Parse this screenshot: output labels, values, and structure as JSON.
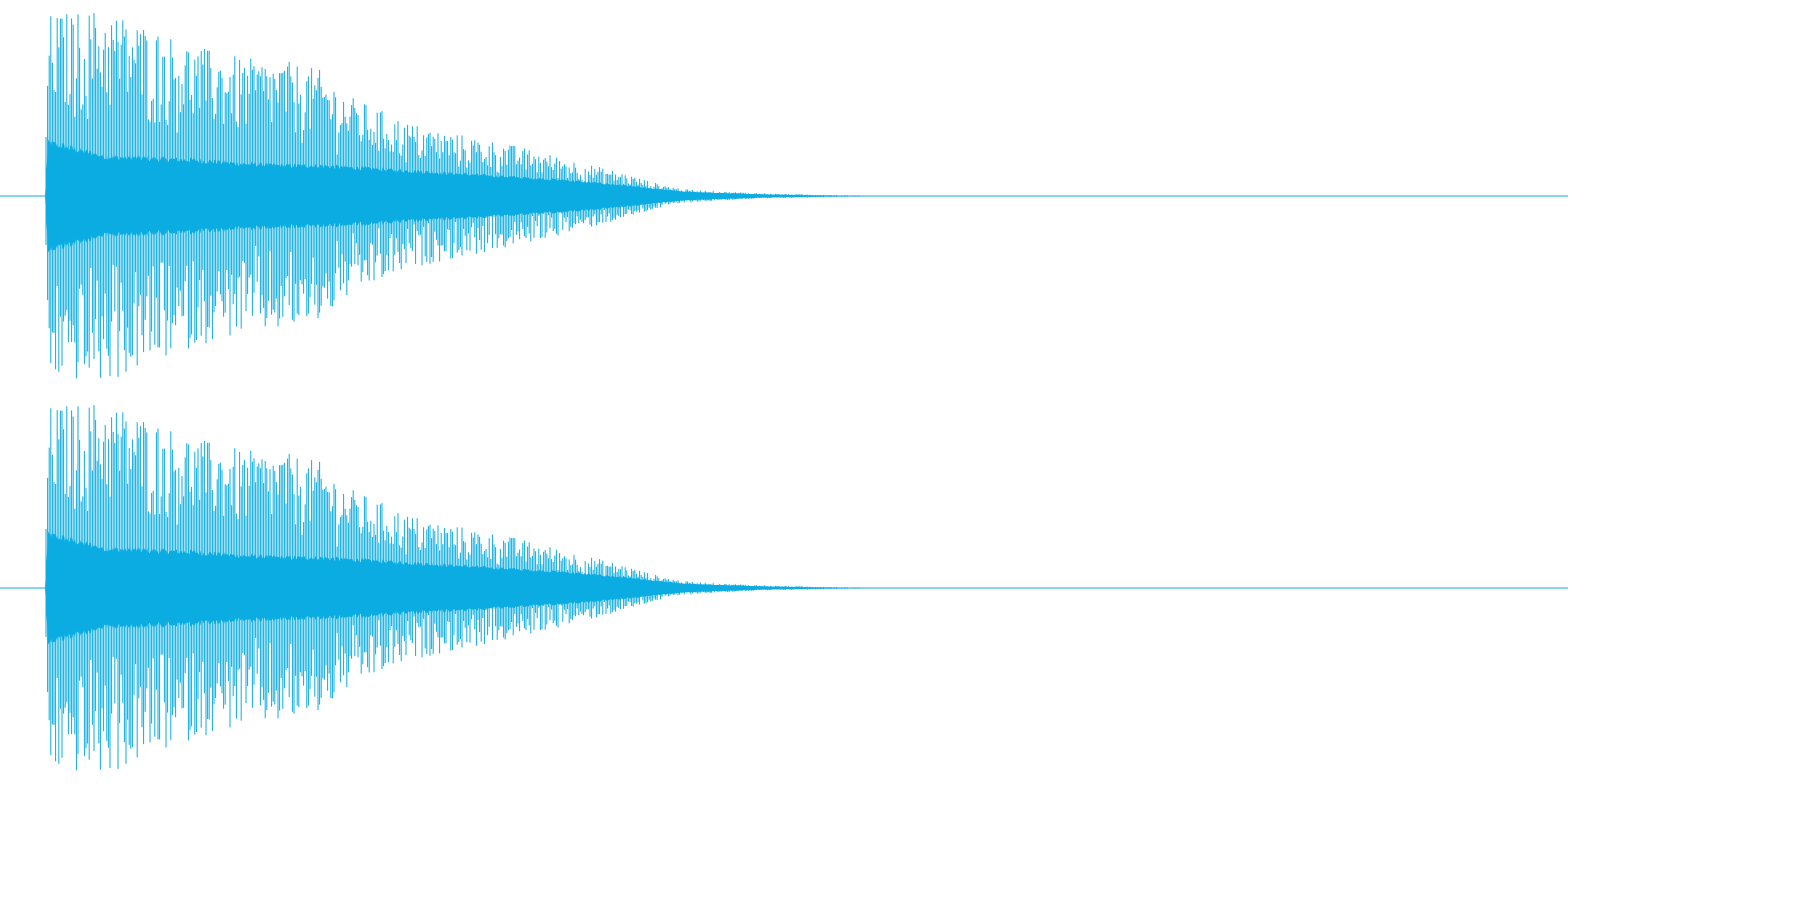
{
  "chart_data": {
    "type": "area",
    "description_kind": "stereo audio waveform",
    "color": "#0aace2",
    "axis_line_color": "#0aace2",
    "background": "#ffffff",
    "grid": false,
    "legend": "none",
    "y_range": [
      -1,
      1
    ],
    "x_range": [
      0,
      1
    ],
    "channels": [
      {
        "envelope": {
          "x": [
            0.0,
            0.002,
            0.04,
            0.1,
            0.13,
            0.16,
            0.18,
            0.2,
            0.22,
            0.24,
            0.26,
            0.28,
            0.3,
            0.32,
            0.34,
            0.36,
            0.38,
            0.4,
            0.42,
            0.44,
            0.46,
            0.48,
            0.5,
            0.52,
            0.54,
            0.56,
            0.6,
            0.62,
            0.66,
            0.68,
            0.7,
            0.8,
            1.0
          ],
          "peak": [
            0.0,
            0.95,
            0.98,
            0.78,
            0.72,
            0.7,
            0.66,
            0.52,
            0.45,
            0.38,
            0.34,
            0.31,
            0.28,
            0.24,
            0.2,
            0.16,
            0.12,
            0.07,
            0.035,
            0.025,
            0.018,
            0.012,
            0.008,
            0.005,
            0.003,
            0.002,
            0.001,
            0.0006,
            0.0003,
            0.0001,
            0.0,
            0.0,
            0.0
          ],
          "body": [
            0.0,
            0.3,
            0.22,
            0.2,
            0.18,
            0.17,
            0.17,
            0.16,
            0.15,
            0.14,
            0.13,
            0.12,
            0.11,
            0.1,
            0.09,
            0.075,
            0.06,
            0.04,
            0.025,
            0.018,
            0.012,
            0.008,
            0.005,
            0.003,
            0.002,
            0.001,
            0.0006,
            0.0003,
            0.0001,
            0.0,
            0.0,
            0.0,
            0.0
          ]
        }
      },
      {
        "envelope": {
          "x": [
            0.0,
            0.002,
            0.04,
            0.1,
            0.13,
            0.16,
            0.18,
            0.2,
            0.22,
            0.24,
            0.26,
            0.28,
            0.3,
            0.32,
            0.34,
            0.36,
            0.38,
            0.4,
            0.42,
            0.44,
            0.46,
            0.48,
            0.5,
            0.52,
            0.54,
            0.56,
            0.6,
            0.62,
            0.66,
            0.68,
            0.7,
            0.8,
            1.0
          ],
          "peak": [
            0.0,
            0.95,
            0.98,
            0.78,
            0.72,
            0.7,
            0.66,
            0.52,
            0.45,
            0.38,
            0.34,
            0.31,
            0.28,
            0.24,
            0.2,
            0.16,
            0.12,
            0.07,
            0.035,
            0.025,
            0.018,
            0.012,
            0.008,
            0.005,
            0.003,
            0.002,
            0.001,
            0.0006,
            0.0003,
            0.0001,
            0.0,
            0.0,
            0.0
          ],
          "body": [
            0.0,
            0.3,
            0.22,
            0.2,
            0.18,
            0.17,
            0.17,
            0.16,
            0.15,
            0.14,
            0.13,
            0.12,
            0.11,
            0.1,
            0.09,
            0.075,
            0.06,
            0.04,
            0.025,
            0.018,
            0.012,
            0.008,
            0.005,
            0.003,
            0.002,
            0.001,
            0.0006,
            0.0003,
            0.0001,
            0.0,
            0.0,
            0.0,
            0.0
          ]
        }
      }
    ]
  }
}
